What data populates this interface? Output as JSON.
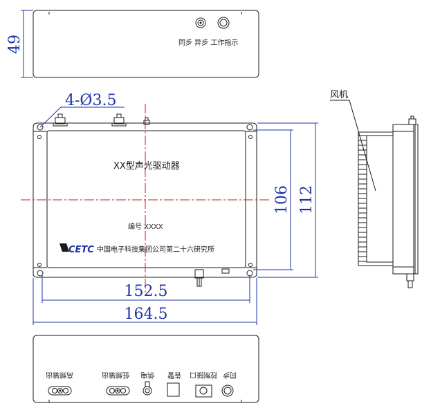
{
  "dimensions": {
    "height_top": "49",
    "holes": "4-Ø3.5",
    "width_inner": "152.5",
    "width_outer": "164.5",
    "height_inner": "106",
    "height_outer": "112"
  },
  "top_view": {
    "connector_labels": "同步 异步 工作指示"
  },
  "front_view": {
    "device_title": "XX型声光驱动器",
    "serial_label": "编号 XXXX",
    "logo_text": "CETC",
    "company": "中国电子科技集团公司第二十六研究所"
  },
  "side_view": {
    "fan_label": "风机"
  },
  "bottom_view": {
    "labels": [
      "高频输出",
      "低频输出",
      "供电",
      "告警",
      "控制接口",
      "同步"
    ]
  },
  "colors": {
    "dimension": "#1d33a8",
    "centerline": "#e01010",
    "outline": "#1a1a1a"
  }
}
